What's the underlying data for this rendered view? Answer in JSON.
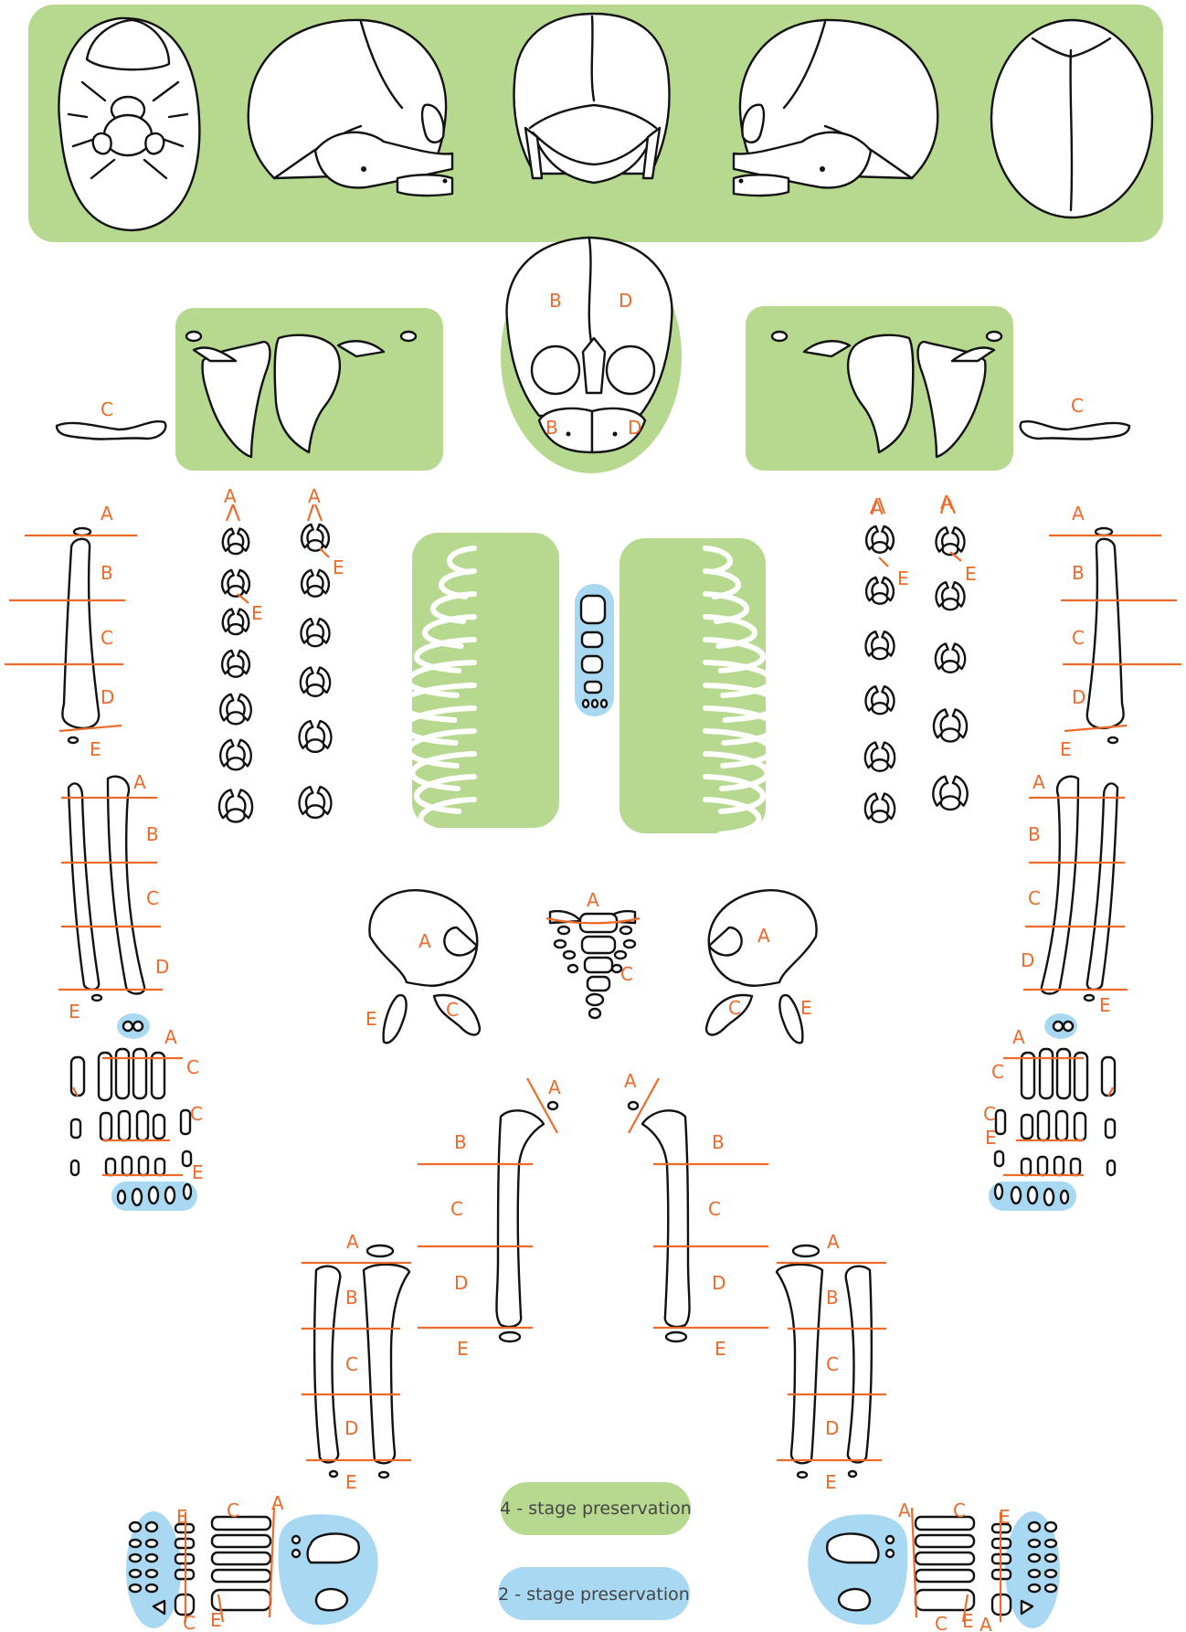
{
  "legend": {
    "four_stage": {
      "label": "4 - stage preservation",
      "color": "#b7d98f"
    },
    "two_stage": {
      "label": "2 - stage preservation",
      "color": "#a9d8f2"
    }
  },
  "colors": {
    "cut_line": "#ee6a2a",
    "outline": "#111111"
  },
  "labels": {
    "A": "A",
    "B": "B",
    "C": "C",
    "D": "D",
    "E": "E"
  }
}
